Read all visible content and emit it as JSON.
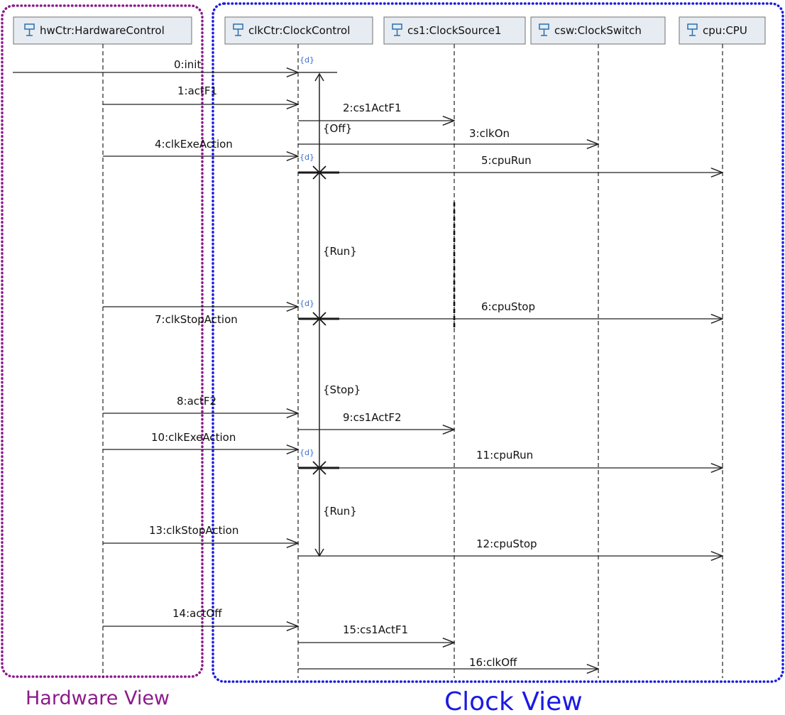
{
  "colors": {
    "hardware_view": "#8b1a8b",
    "clock_view": "#1a1ae6",
    "header_fill": "#e6ecf1",
    "header_stroke": "#707070",
    "duration_tag": "#3a6fd0"
  },
  "icons": {
    "lifeline_head": "participant-icon"
  },
  "views": {
    "hardware": "Hardware View",
    "clock": "Clock View"
  },
  "lifelines": [
    {
      "id": "hwCtr",
      "label": "hwCtr:HardwareControl"
    },
    {
      "id": "clkCtr",
      "label": "clkCtr:ClockControl"
    },
    {
      "id": "cs1",
      "label": "cs1:ClockSource1"
    },
    {
      "id": "csw",
      "label": "csw:ClockSwitch"
    },
    {
      "id": "cpu",
      "label": "cpu:CPU"
    }
  ],
  "messages": [
    {
      "label": "0:init",
      "from": "external",
      "to": "clkCtr"
    },
    {
      "label": "1:actF1",
      "from": "hwCtr",
      "to": "clkCtr"
    },
    {
      "label": "2:cs1ActF1",
      "from": "clkCtr",
      "to": "cs1"
    },
    {
      "label": "3:clkOn",
      "from": "clkCtr",
      "to": "csw"
    },
    {
      "label": "4:clkExeAction",
      "from": "hwCtr",
      "to": "clkCtr"
    },
    {
      "label": "5:cpuRun",
      "from": "clkCtr",
      "to": "cpu"
    },
    {
      "label": "6:cpuStop",
      "from": "clkCtr",
      "to": "cpu"
    },
    {
      "label": "7:clkStopAction",
      "from": "hwCtr",
      "to": "clkCtr"
    },
    {
      "label": "8:actF2",
      "from": "hwCtr",
      "to": "clkCtr"
    },
    {
      "label": "9:cs1ActF2",
      "from": "clkCtr",
      "to": "cs1"
    },
    {
      "label": "10:clkExeAction",
      "from": "hwCtr",
      "to": "clkCtr"
    },
    {
      "label": "11:cpuRun",
      "from": "clkCtr",
      "to": "cpu"
    },
    {
      "label": "12:cpuStop",
      "from": "clkCtr",
      "to": "cpu"
    },
    {
      "label": "13:clkStopAction",
      "from": "hwCtr",
      "to": "clkCtr"
    },
    {
      "label": "14:actOff",
      "from": "hwCtr",
      "to": "clkCtr"
    },
    {
      "label": "15:cs1ActF1",
      "from": "clkCtr",
      "to": "cs1"
    },
    {
      "label": "16:clkOff",
      "from": "clkCtr",
      "to": "csw"
    }
  ],
  "states": [
    "{Off}",
    "{Run}",
    "{Stop}",
    "{Run}"
  ],
  "duration_tags": [
    "{d}",
    "{d}",
    "{d}",
    "{d}"
  ]
}
